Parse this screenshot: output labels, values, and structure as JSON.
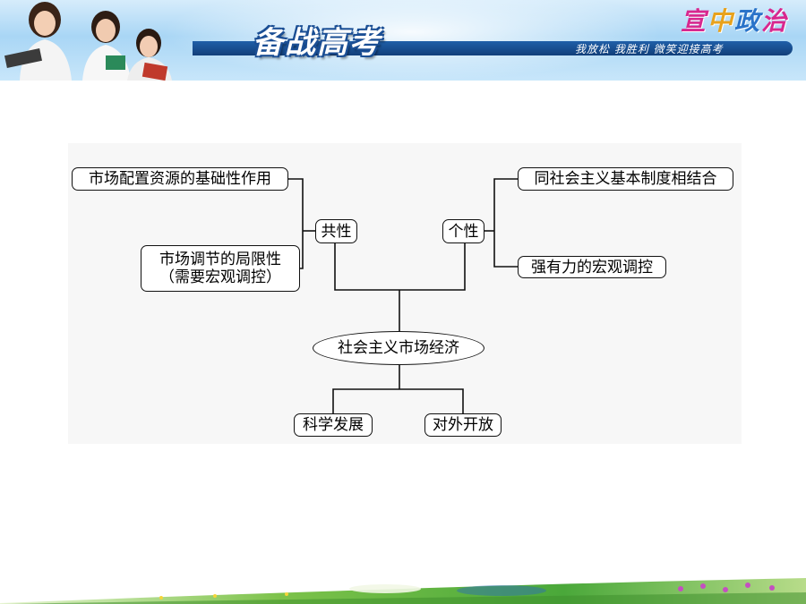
{
  "banner": {
    "title": "备战高考",
    "slogan": "我放松 我胜利 微笑迎接高考",
    "brand": [
      "宣",
      "中",
      "政",
      "治"
    ]
  },
  "diagram": {
    "root": "社会主义市场经济",
    "common": {
      "label": "共性",
      "items": [
        {
          "lines": [
            "市场配置资源的基础性作用"
          ]
        },
        {
          "lines": [
            "市场调节的局限性",
            "（需要宏观调控）"
          ]
        }
      ]
    },
    "individual": {
      "label": "个性",
      "items": [
        {
          "lines": [
            "同社会主义基本制度相结合"
          ]
        },
        {
          "lines": [
            "强有力的宏观调控"
          ]
        }
      ]
    },
    "lower": [
      "科学发展",
      "对外开放"
    ]
  }
}
